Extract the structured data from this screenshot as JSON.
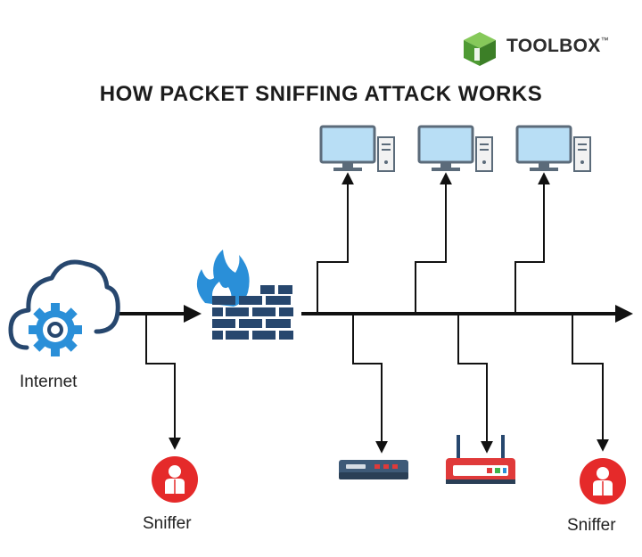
{
  "brand": {
    "name": "TOOLBOX",
    "trademark": "™",
    "logo_icon": "green-cube-icon",
    "color": "#5aaa3c"
  },
  "title": "HOW PACKET SNIFFING ATTACK WORKS",
  "labels": {
    "internet": "Internet",
    "sniffer_left": "Sniffer",
    "sniffer_right": "Sniffer"
  },
  "nodes": [
    {
      "id": "internet",
      "icon": "cloud-gear-icon"
    },
    {
      "id": "firewall",
      "icon": "firewall-flame-icon"
    },
    {
      "id": "computer-1",
      "icon": "desktop-computer-icon"
    },
    {
      "id": "computer-2",
      "icon": "desktop-computer-icon"
    },
    {
      "id": "computer-3",
      "icon": "desktop-computer-icon"
    },
    {
      "id": "network-switch",
      "icon": "switch-icon"
    },
    {
      "id": "wifi-router",
      "icon": "router-icon"
    },
    {
      "id": "sniffer-left",
      "icon": "sniffer-user-icon"
    },
    {
      "id": "sniffer-right",
      "icon": "sniffer-user-icon"
    }
  ],
  "colors": {
    "line": "#111111",
    "accent_blue": "#2a8fd8",
    "dark_navy": "#27476e",
    "sniffer_red": "#e52a2a",
    "monitor_screen": "#b8def5",
    "router_red": "#e03a3a"
  }
}
